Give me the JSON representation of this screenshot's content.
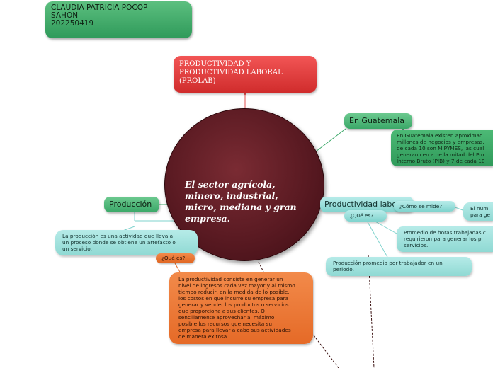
{
  "author": {
    "lines": [
      "CLAUDIA PATRICIA POCOP",
      "SAHON",
      "202250419"
    ]
  },
  "title": {
    "lines": [
      "PRODUCTIVIDAD Y",
      "PRODUCTIVIDAD LABORAL",
      "(PROLAB)"
    ]
  },
  "center": {
    "lines": [
      "El sector agrícola,",
      "minero, industrial,",
      "micro, mediana y gran",
      "empresa."
    ]
  },
  "guatemala": {
    "label": "En Guatemala",
    "text_lines": [
      "En Guatemala existen aproximad",
      "millones de negocios y empresas.",
      "de cada 10 son MIPYMES, las cual",
      "generan cerca de la mitad del Pro",
      "Interno Bruto (PIB) y 7 de cada 10"
    ]
  },
  "productividad_laboral": {
    "label": "Productividad laboral",
    "que_es": "¿Qué es?",
    "como_se_mide": "¿Cómo se mide?",
    "mide_text_lines": [
      "El num",
      "para ge"
    ],
    "promedio_lines": [
      "Promedio de horas trabajadas c",
      "requirieron para generar los pr",
      "servicios."
    ],
    "produccion_promedio_lines": [
      "Producción promedio por trabajador en un",
      "periodo."
    ]
  },
  "produccion": {
    "label": "Producción",
    "text_lines": [
      "La producción es una actividad que lleva a",
      "un proceso donde se obtiene un artefacto o",
      "un servicio."
    ]
  },
  "productividad": {
    "que_es": "¿Qué es?",
    "text_lines": [
      "La productividad consiste en generar un",
      "nivel de ingresos cada vez mayor y al mismo",
      "tiempo reducir, en la medida de lo posible,",
      "los costos en que incurre su empresa para",
      "generar y vender los productos o servicios",
      "que proporciona a sus clientes. O",
      "sencillamente aprovechar al máximo",
      "posible los recursos que necesita su",
      "empresa para llevar a cabo sus actividades",
      "de manera exitosa."
    ]
  },
  "colors": {
    "green": "#3aa868",
    "red": "#d02c2c",
    "maroon": "#5a1a22",
    "teal": "#8fd9d3",
    "orange": "#e56a27"
  }
}
